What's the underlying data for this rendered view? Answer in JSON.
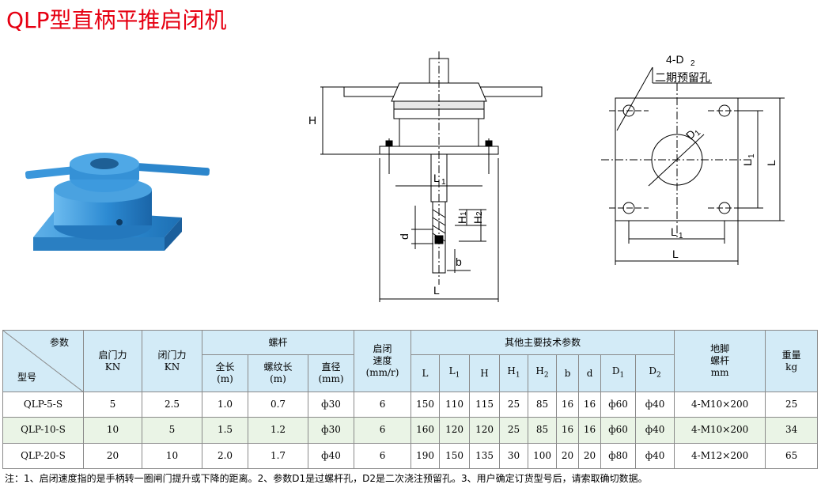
{
  "title": "QLP型直柄平推启闭机",
  "side_drawing": {
    "labels": {
      "h": "H",
      "l1": "L",
      "l1_sub": "1",
      "h1": "H",
      "h1_sub": "1",
      "h2": "H",
      "h2_sub": "2",
      "d": "d",
      "b": "b",
      "l": "L"
    }
  },
  "top_drawing": {
    "labels": {
      "d2": "4-D",
      "d2_sub": "2",
      "hole_note": "二期预留孔",
      "d1": "D",
      "d1_sub": "1",
      "l1_v": "L",
      "l1_v_sub": "1",
      "l_v": "L",
      "l1_h": "L",
      "l1_h_sub": "1",
      "l_h": "L"
    }
  },
  "table": {
    "header": {
      "param": "参数",
      "model": "型号",
      "open_force": "启门力",
      "open_force_unit": "KN",
      "close_force": "闭门力",
      "close_force_unit": "KN",
      "screw": "螺杆",
      "total_length": "全长",
      "total_length_unit": "(m)",
      "thread_length": "螺纹长",
      "thread_length_unit": "(m)",
      "diameter": "直径",
      "diameter_unit": "(mm)",
      "speed_1": "启闭",
      "speed_2": "速度",
      "speed_unit": "(mm/r)",
      "other": "其他主要技术参数",
      "cols": [
        {
          "main": "L",
          "sub": ""
        },
        {
          "main": "L",
          "sub": "1"
        },
        {
          "main": "H",
          "sub": ""
        },
        {
          "main": "H",
          "sub": "1"
        },
        {
          "main": "H",
          "sub": "2"
        },
        {
          "main": "b",
          "sub": ""
        },
        {
          "main": "d",
          "sub": ""
        },
        {
          "main": "D",
          "sub": "1"
        },
        {
          "main": "D",
          "sub": "2"
        }
      ],
      "anchor_1": "地脚",
      "anchor_2": "螺杆",
      "anchor_unit": "mm",
      "weight": "重量",
      "weight_unit": "kg"
    },
    "rows": [
      [
        "QLP-5-S",
        "5",
        "2.5",
        "1.0",
        "0.7",
        "ф30",
        "6",
        "150",
        "110",
        "115",
        "25",
        "85",
        "16",
        "16",
        "ф60",
        "ф40",
        "4-M10×200",
        "25"
      ],
      [
        "QLP-10-S",
        "10",
        "5",
        "1.5",
        "1.2",
        "ф30",
        "6",
        "160",
        "120",
        "120",
        "25",
        "85",
        "16",
        "16",
        "ф60",
        "ф40",
        "4-M10×200",
        "34"
      ],
      [
        "QLP-20-S",
        "20",
        "10",
        "2.0",
        "1.7",
        "ф40",
        "6",
        "190",
        "150",
        "135",
        "30",
        "100",
        "20",
        "20",
        "ф80",
        "ф40",
        "4-M12×200",
        "65"
      ]
    ]
  },
  "note": "注：1、启闭速度指的是手柄转一圈闸门提升或下降的距离。2、参数D1是过螺杆孔，D2是二次浇注预留孔。3、用户确定订货型号后，请索取确切数据。",
  "colors": {
    "title": "#e60012",
    "header_bg": "#d3ebf7",
    "alt_row_bg": "#eaf4e6",
    "machine_blue": "#2e86c8"
  }
}
